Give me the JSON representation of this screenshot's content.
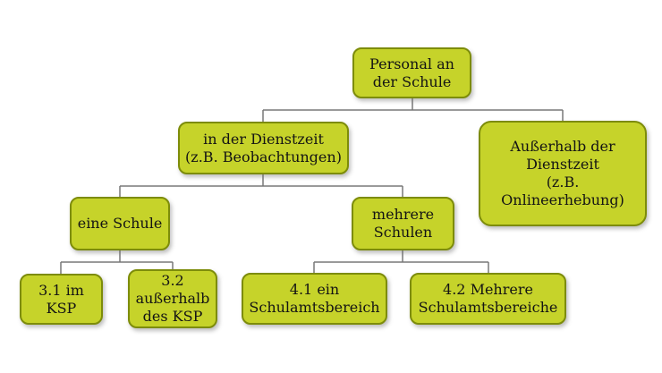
{
  "diagram": {
    "type": "tree",
    "colors": {
      "background": "#ffffff",
      "node_fill": "#c6d32a",
      "node_border": "#7d8c0a",
      "connector": "#787878",
      "text": "#141414"
    },
    "nodes": {
      "root": {
        "label": "Personal an\nder Schule"
      },
      "dienstzeit": {
        "label": "in der Dienstzeit\n(z.B. Beobachtungen)"
      },
      "ausserhalb": {
        "label": "Außerhalb der\nDienstzeit\n(z.B.\nOnlineerhebung)"
      },
      "eine_schule": {
        "label": "eine Schule"
      },
      "mehrere_schulen": {
        "label": "mehrere\nSchulen"
      },
      "im_ksp": {
        "label": "3.1 im\nKSP"
      },
      "ausserhalb_ksp": {
        "label": "3.2\naußerhalb\ndes KSP"
      },
      "ein_schulamtsbereich": {
        "label": "4.1 ein\nSchulamtsbereich"
      },
      "mehrere_schulamtsbereiche": {
        "label": "4.2 Mehrere\nSchulamtsbereiche"
      }
    },
    "edges": [
      {
        "from": "root",
        "to": "dienstzeit"
      },
      {
        "from": "root",
        "to": "ausserhalb"
      },
      {
        "from": "dienstzeit",
        "to": "eine_schule"
      },
      {
        "from": "dienstzeit",
        "to": "mehrere_schulen"
      },
      {
        "from": "eine_schule",
        "to": "im_ksp"
      },
      {
        "from": "eine_schule",
        "to": "ausserhalb_ksp"
      },
      {
        "from": "mehrere_schulen",
        "to": "ein_schulamtsbereich"
      },
      {
        "from": "mehrere_schulen",
        "to": "mehrere_schulamtsbereiche"
      }
    ]
  }
}
